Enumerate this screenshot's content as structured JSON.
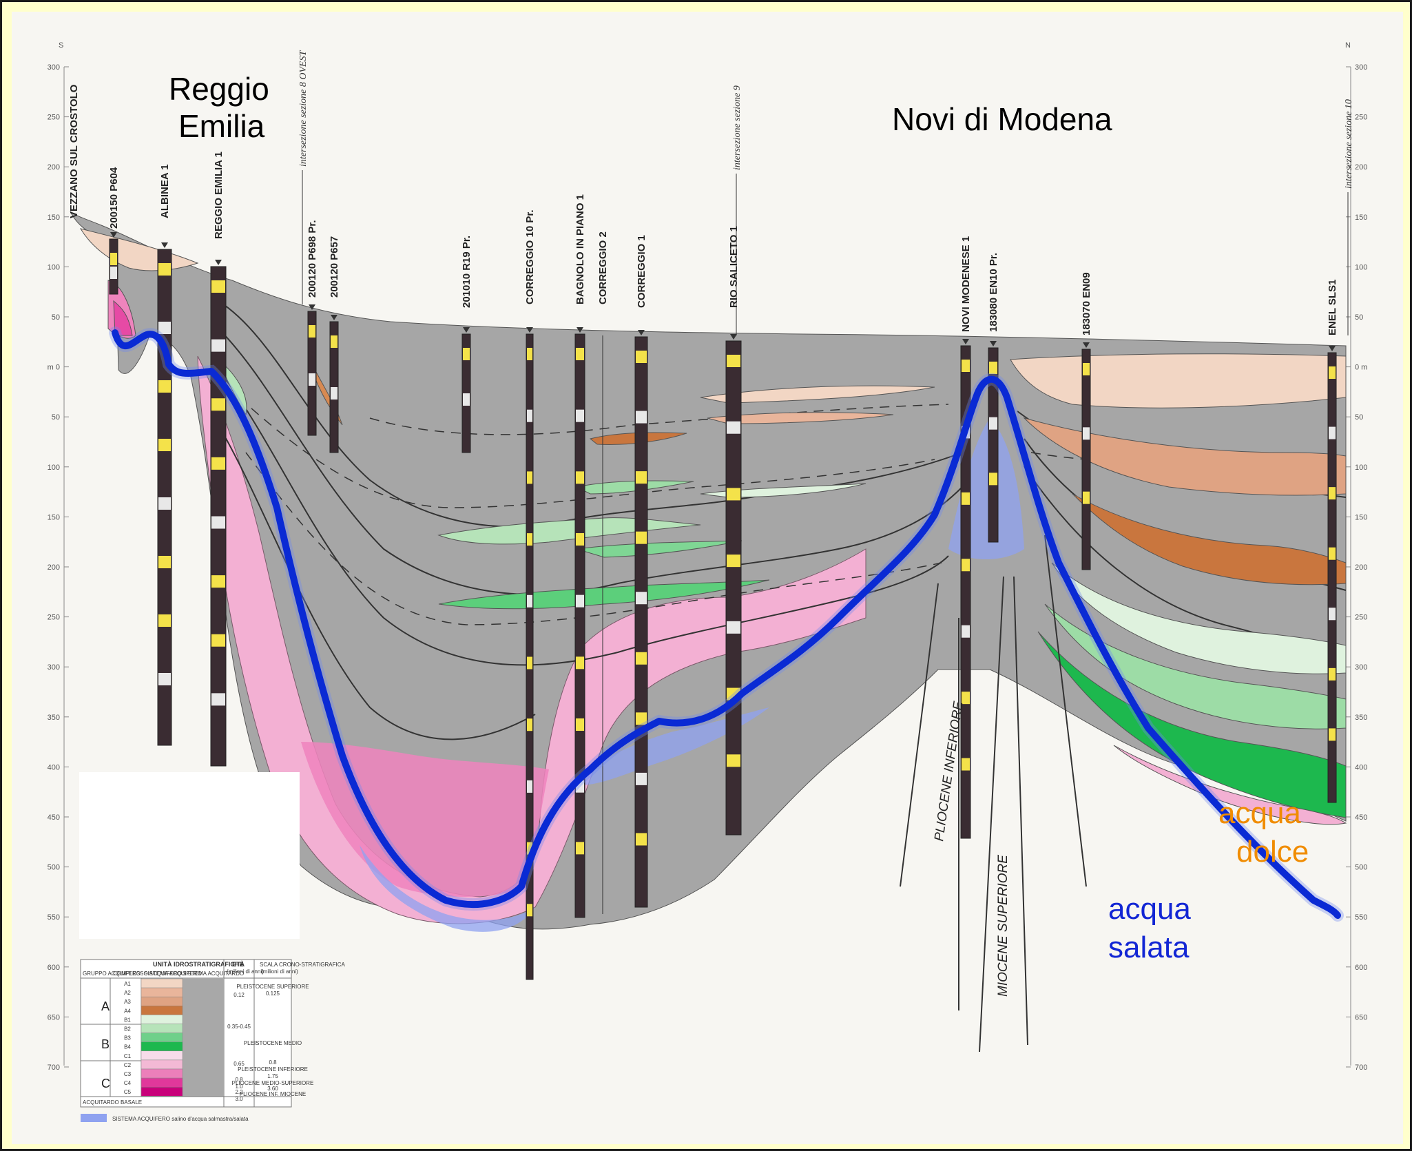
{
  "cities": {
    "reggio_line1": "Reggio",
    "reggio_line2": "Emilia",
    "novi": "Novi di Modena"
  },
  "compass": {
    "south": "S",
    "north": "N"
  },
  "depth_axis": {
    "left_ticks": [
      "300",
      "250",
      "200",
      "150",
      "100",
      "50",
      "m 0",
      "50",
      "100",
      "150",
      "200",
      "250",
      "300",
      "350",
      "400",
      "450",
      "500",
      "550",
      "600",
      "650",
      "700"
    ],
    "right_ticks": [
      "300",
      "250",
      "200",
      "150",
      "100",
      "50",
      "0 m",
      "50",
      "100",
      "150",
      "200",
      "250",
      "300",
      "350",
      "400",
      "450",
      "500",
      "550",
      "600",
      "650",
      "700"
    ]
  },
  "wells": [
    "VEZZANO SUL CROSTOLO",
    "200150 P604",
    "ALBINEA 1",
    "REGGIO EMILIA 1",
    "200120 P698 Pr.",
    "200120 P657",
    "201010 R19 Pr.",
    "CORREGGIO 10 Pr.",
    "BAGNOLO IN PIANO 1",
    "CORREGGIO 2",
    "CORREGGIO 1",
    "RIO SALICETO 1",
    "NOVI MODENESE 1",
    "183080 EN10 Pr.",
    "183070 EN09",
    "ENEL SLS1"
  ],
  "intersections": {
    "s8": "intersezione sezione 8 OVEST",
    "s9": "intersezione sezione 9",
    "s10": "intersezione sezione 10"
  },
  "epochs": {
    "pliocene": "PLIOCENE INFERIORE",
    "miocene": "MIOCENE SUPERIORE"
  },
  "water": {
    "salt_line1": "acqua",
    "salt_line2": "salata",
    "fresh_line1": "acqua",
    "fresh_line2": "dolce"
  },
  "legend": {
    "title": "UNITÀ IDROSTRATIGRAFICHE",
    "col_headers": [
      "GRUPPO ACQUIFERO",
      "COMPLESSO ACQUIFERO",
      "SISTEMA ACQUIFERO",
      "SISTEMA ACQUITARDO"
    ],
    "age_header": "ETÀ",
    "age_sub": "(milioni di anni)",
    "chrono_header": "SCALA CRONO-STRATIGRAFICA",
    "chrono_sub": "(milioni di anni)",
    "groups": [
      "A",
      "B",
      "C"
    ],
    "units": [
      {
        "code": "A1",
        "color": "#f2d6c4"
      },
      {
        "code": "A2",
        "color": "#e9b59b"
      },
      {
        "code": "A3",
        "color": "#dfa383"
      },
      {
        "code": "A4",
        "color": "#c9763e"
      },
      {
        "code": "B1",
        "color": "#dff2de"
      },
      {
        "code": "B2",
        "color": "#b6e3b9"
      },
      {
        "code": "B3",
        "color": "#6fd08a"
      },
      {
        "code": "B4",
        "color": "#1db84e"
      },
      {
        "code": "C1",
        "color": "#f7dcea"
      },
      {
        "code": "C2",
        "color": "#f3b9d5"
      },
      {
        "code": "C3",
        "color": "#ec7fba"
      },
      {
        "code": "C4",
        "color": "#e0389b"
      },
      {
        "code": "C5",
        "color": "#c8007a"
      }
    ],
    "ages": [
      "0.12",
      "0.35-0.45",
      "0.65",
      "0.8",
      "1.0",
      "2.2",
      "3.0"
    ],
    "chrono": [
      "PLEISTOCENE SUPERIORE",
      "0.125",
      "PLEISTOCENE MEDIO",
      "0.8",
      "PLEISTOCENE INFERIORE",
      "1.75",
      "PLIOCENE MEDIO-SUPERIORE",
      "3.60",
      "PLIOCENE INF. MIOCENE"
    ],
    "basal": "ACQUITARDO BASALE",
    "footer": "SISTEMA ACQUIFERO salino d'acqua salmastra/salata"
  },
  "colors": {
    "page_background": "#ffffcc",
    "section_background": "#f7f6f2",
    "acquitard_gray": "#a8a8a8",
    "salt_water_boundary": "#0a2ad4",
    "salt_water_halo": "#8fa2f0",
    "fresh_water_label": "#f08c00"
  }
}
